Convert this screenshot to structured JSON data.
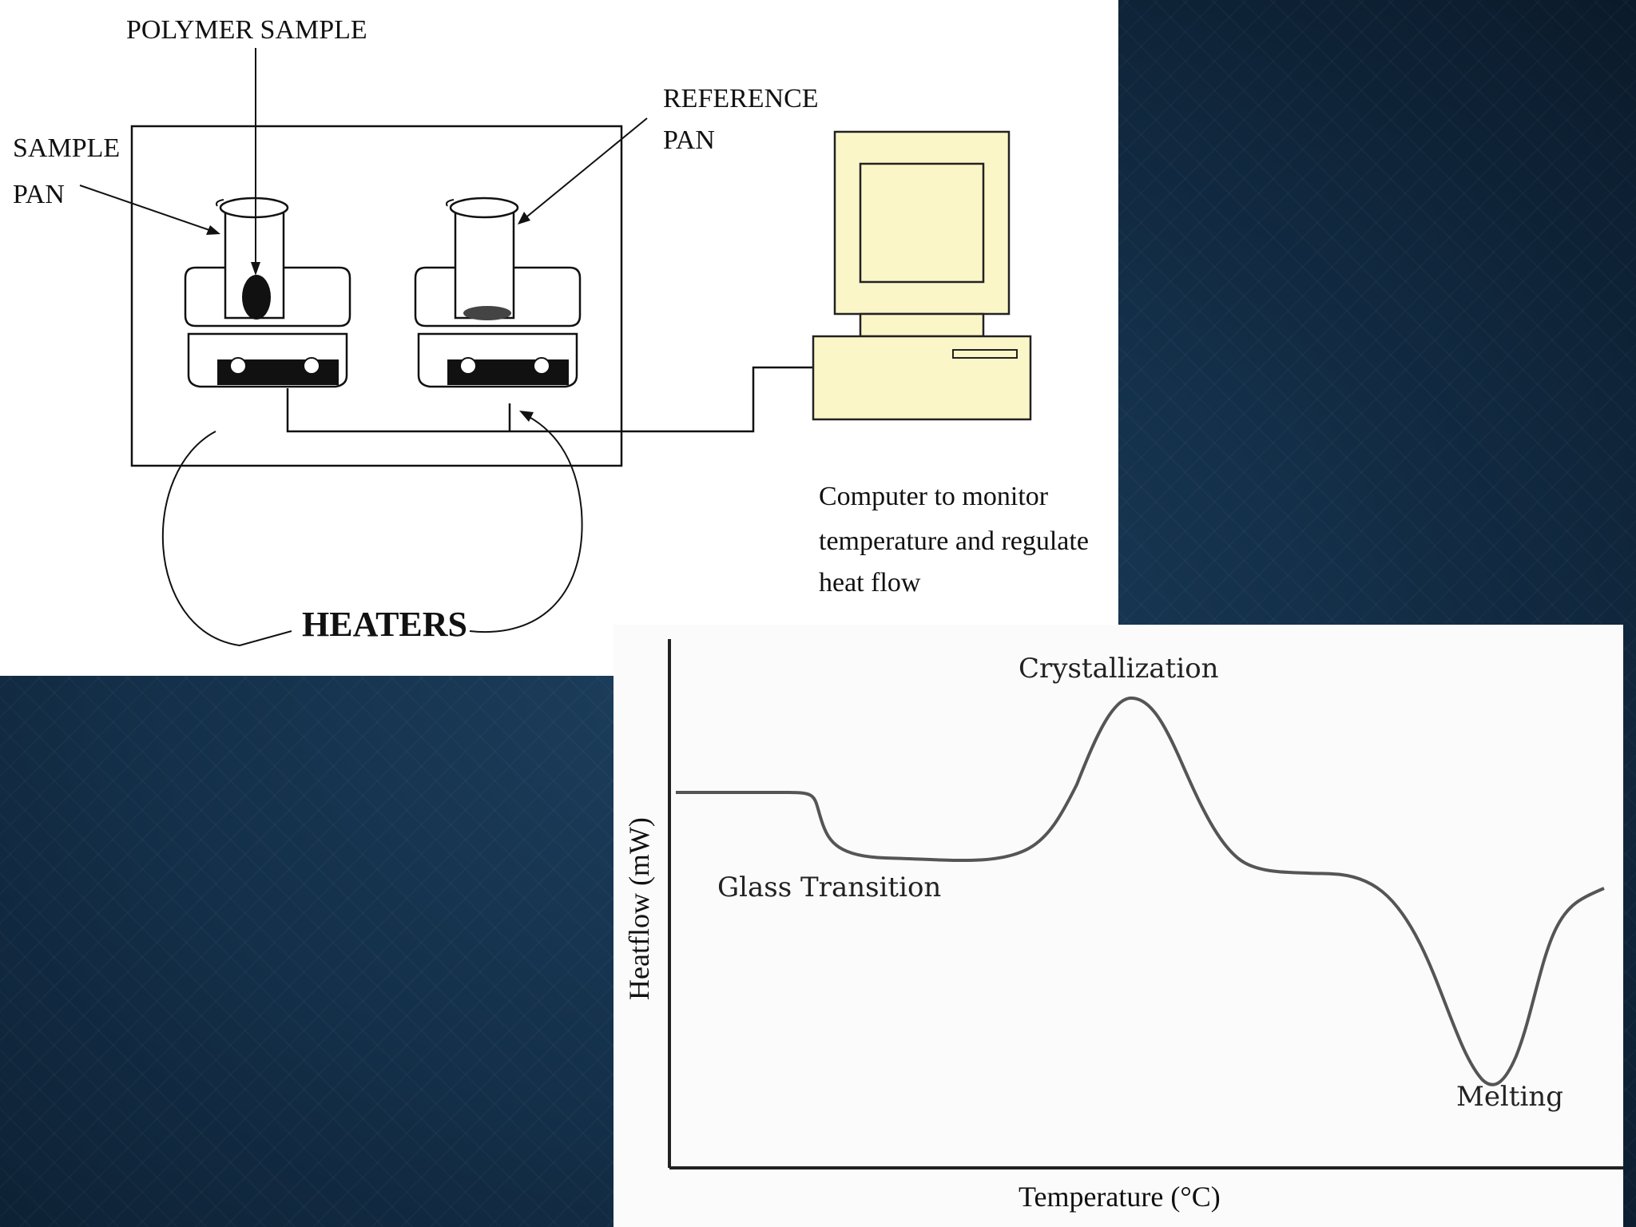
{
  "setup_diagram": {
    "polymer_sample_label": "POLYMER SAMPLE",
    "reference_pan_label_line1": "REFERENCE",
    "reference_pan_label_line2": "PAN",
    "sample_pan_label_line1": "SAMPLE",
    "sample_pan_label_line2": "PAN",
    "heaters_label": "HEATERS",
    "computer_caption_line1": "Computer to monitor",
    "computer_caption_line2": "temperature and regulate",
    "computer_caption_line3": "heat flow"
  },
  "dsc_curve": {
    "ylabel": "Heatflow (mW)",
    "xlabel": "Temperature (°C)",
    "annotations": {
      "glass_transition": "Glass Transition",
      "crystallization": "Crystallization",
      "melting": "Melting"
    }
  },
  "colors": {
    "background": "#14304a",
    "computer_fill": "#fbf6c8",
    "line": "#111111",
    "curve": "#555555"
  }
}
